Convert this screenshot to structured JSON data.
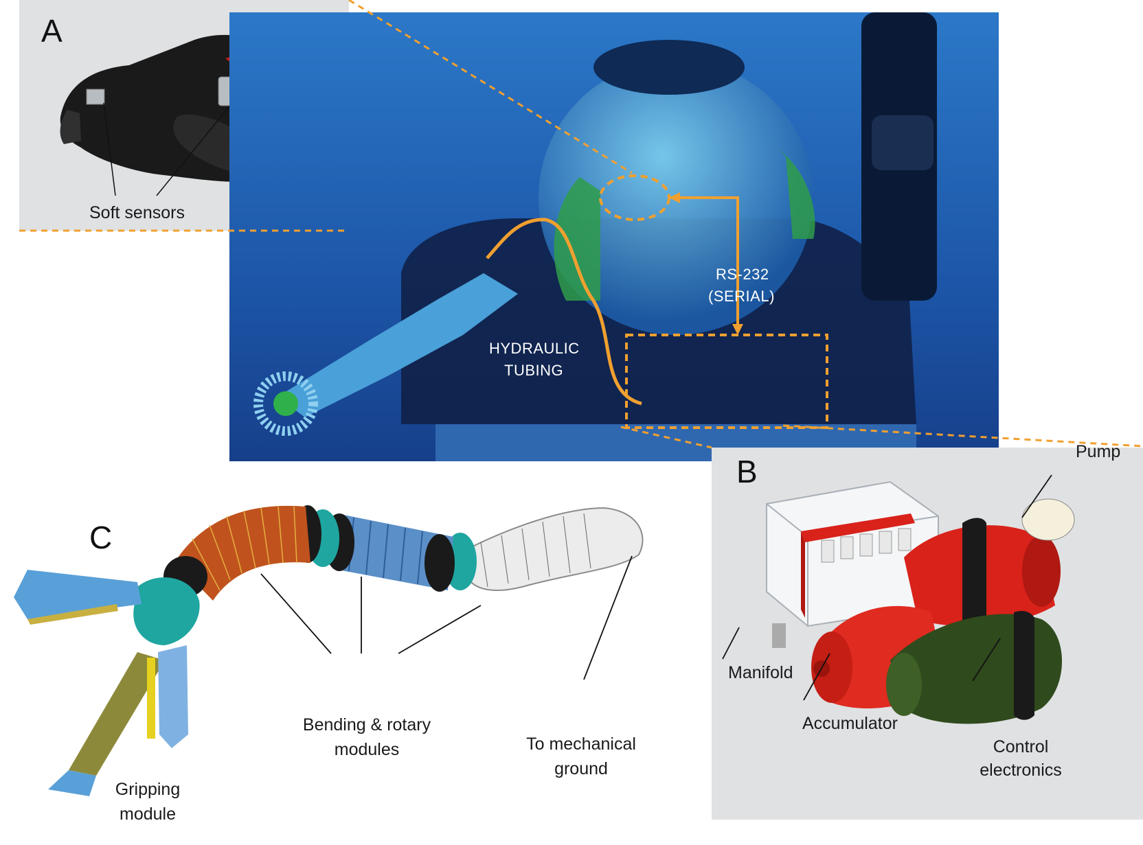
{
  "panel_a": {
    "letter": "A",
    "soft_sensors_label": "Soft sensors"
  },
  "photo": {
    "rs232_line1": "RS-232",
    "rs232_line2": "(SERIAL)",
    "hydraulic_line1": "HYDRAULIC",
    "hydraulic_line2": "TUBING"
  },
  "panel_b": {
    "letter": "B",
    "pump_label": "Pump",
    "manifold_label": "Manifold",
    "accumulator_label": "Accumulator",
    "control_line1": "Control",
    "control_line2": "electronics"
  },
  "panel_c": {
    "letter": "C",
    "bending_line1": "Bending & rotary",
    "bending_line2": "modules",
    "ground_line1": "To mechanical",
    "ground_line2": "ground",
    "gripping_line1": "Gripping",
    "gripping_line2": "module"
  },
  "colors": {
    "callout_orange": "#f0a030",
    "panel_gray": "#dfe1e3",
    "ocean_blue": "#1d56a8",
    "pump_red": "#d8221a",
    "electronics_green": "#2f4a1c",
    "bend_orange": "#c0531d",
    "rotary_blue": "#5b8fc8",
    "teal": "#1fa6a0"
  }
}
